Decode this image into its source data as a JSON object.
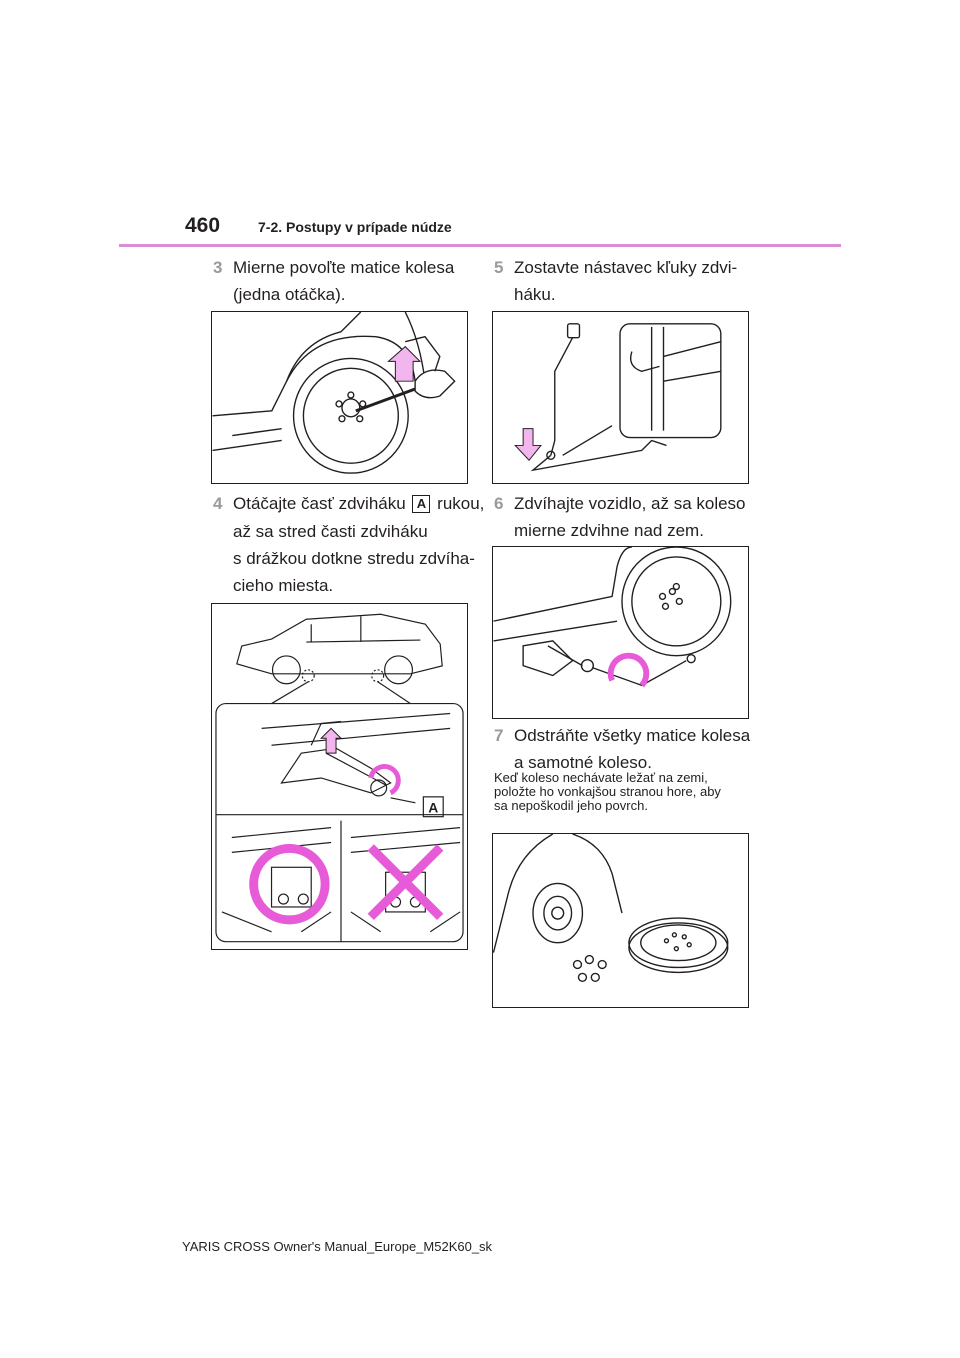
{
  "header": {
    "page_number": "460",
    "section_title": "7-2. Postupy v prípade núdze"
  },
  "steps": [
    {
      "num": "3",
      "lines": [
        "Mierne povoľte matice kolesa",
        "(jedna otáčka)."
      ]
    },
    {
      "num": "4",
      "line1_before": "Otáčajte časť zdviháku",
      "line1_badge": "A",
      "line1_after": "rukou,",
      "lines": [
        "až sa stred časti zdviháku",
        "s drážkou dotkne stredu zdvíha-",
        "cieho miesta."
      ]
    },
    {
      "num": "5",
      "lines": [
        "Zostavte nástavec kľuky zdvi-",
        "háku."
      ]
    },
    {
      "num": "6",
      "lines": [
        "Zdvíhajte vozidlo, až sa koleso",
        "mierne zdvihne nad zem."
      ]
    },
    {
      "num": "7",
      "lines": [
        "Odstráňte všetky matice kolesa",
        "a samotné koleso."
      ]
    }
  ],
  "note": {
    "lines": [
      "Keď koleso nechávate ležať na zemi,",
      "položte ho vonkajšou stranou hore, aby",
      "sa nepoškodil jeho povrch."
    ]
  },
  "figures": {
    "jack_callout_label": "A"
  },
  "colors": {
    "accent": "#d98ed6",
    "mark_pink": "#e75bd8"
  },
  "footer": {
    "text": "YARIS CROSS Owner's Manual_Europe_M52K60_sk"
  }
}
